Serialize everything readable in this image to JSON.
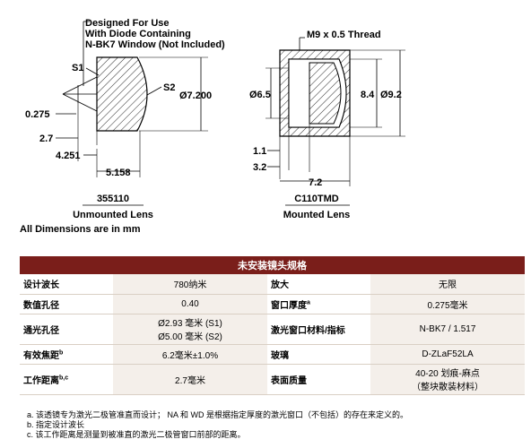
{
  "drawing": {
    "left": {
      "note": [
        "Designed For Use",
        "With Diode Containing",
        "N-BK7 Window (Not Included)"
      ],
      "s1": "S1",
      "s2": "S2",
      "diameter": "Ø7.200",
      "dim_0275": "0.275",
      "dim_27": "2.7",
      "dim_4251": "4.251",
      "dim_5158": "5.158",
      "part_number": "355110",
      "caption": "Unmounted Lens"
    },
    "right": {
      "thread": "M9 x 0.5 Thread",
      "dia_65": "Ø6.5",
      "dim_84": "8.4",
      "dia_92": "Ø9.2",
      "dim_11": "1.1",
      "dim_32": "3.2",
      "dim_72": "7.2",
      "part_number": "C110TMD",
      "caption": "Mounted Lens"
    },
    "units_note": "All Dimensions are in mm"
  },
  "spec_table": {
    "title": "未安装镜头规格",
    "rows": [
      {
        "l1": "设计波长",
        "l1_sup": "",
        "v1": [
          "780纳米"
        ],
        "l2": "放大",
        "l2_sup": "",
        "v2": [
          "无限"
        ]
      },
      {
        "l1": "数值孔径",
        "l1_sup": "",
        "v1": [
          "0.40"
        ],
        "l2": "窗口厚度",
        "l2_sup": "a",
        "v2": [
          "0.275毫米"
        ]
      },
      {
        "l1": "通光孔径",
        "l1_sup": "",
        "v1": [
          "Ø2.93 毫米 (S1)",
          "Ø5.00 毫米 (S2)"
        ],
        "l2": "激光窗口材料/指标",
        "l2_sup": "",
        "v2": [
          "N-BK7 / 1.517"
        ]
      },
      {
        "l1": "有效焦距",
        "l1_sup": "b",
        "v1": [
          "6.2毫米±1.0%"
        ],
        "l2": "玻璃",
        "l2_sup": "",
        "v2": [
          "D-ZLaF52LA"
        ]
      },
      {
        "l1": "工作距离",
        "l1_sup": "b,c",
        "v1": [
          "2.7毫米"
        ],
        "l2": "表面质量",
        "l2_sup": "",
        "v2": [
          "40-20 划痕-麻点",
          "（整块散装材料）"
        ]
      }
    ]
  },
  "notes": [
    "a. 该透镜专为激光二极管准直而设计； NA 和 WD 是根据指定厚度的激光窗口（不包括）的存在来定义的。",
    "b. 指定设计波长",
    "c. 该工作距离是测量到被准直的激光二极管窗口前部的距离。"
  ]
}
